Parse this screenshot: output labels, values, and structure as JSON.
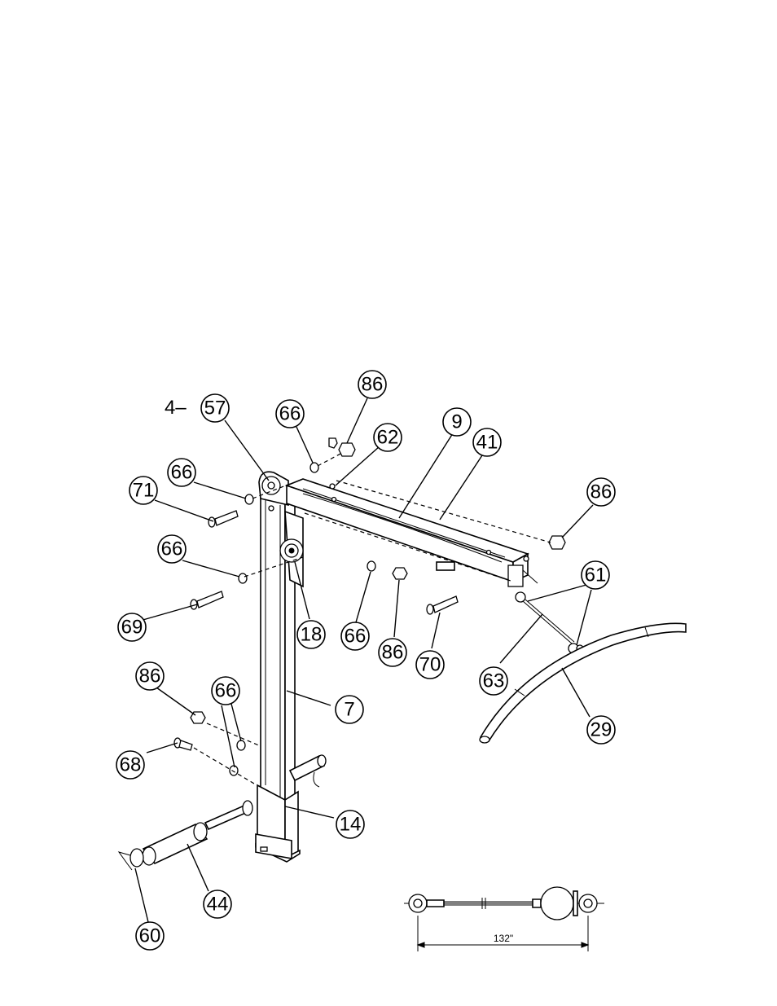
{
  "prefix_text": "4–",
  "callouts": [
    {
      "id": "57",
      "label": "57"
    },
    {
      "id": "86a",
      "label": "86"
    },
    {
      "id": "66a",
      "label": "66"
    },
    {
      "id": "62",
      "label": "62"
    },
    {
      "id": "9",
      "label": "9"
    },
    {
      "id": "41",
      "label": "41"
    },
    {
      "id": "66b",
      "label": "66"
    },
    {
      "id": "71",
      "label": "71"
    },
    {
      "id": "86b",
      "label": "86"
    },
    {
      "id": "66c",
      "label": "66"
    },
    {
      "id": "61",
      "label": "61"
    },
    {
      "id": "69",
      "label": "69"
    },
    {
      "id": "18",
      "label": "18"
    },
    {
      "id": "66d",
      "label": "66"
    },
    {
      "id": "86c",
      "label": "86"
    },
    {
      "id": "70",
      "label": "70"
    },
    {
      "id": "63",
      "label": "63"
    },
    {
      "id": "86d",
      "label": "86"
    },
    {
      "id": "66e",
      "label": "66"
    },
    {
      "id": "7",
      "label": "7"
    },
    {
      "id": "29",
      "label": "29"
    },
    {
      "id": "68",
      "label": "68"
    },
    {
      "id": "14",
      "label": "14"
    },
    {
      "id": "44",
      "label": "44"
    },
    {
      "id": "60",
      "label": "60"
    }
  ],
  "cable_dimension": "132\""
}
